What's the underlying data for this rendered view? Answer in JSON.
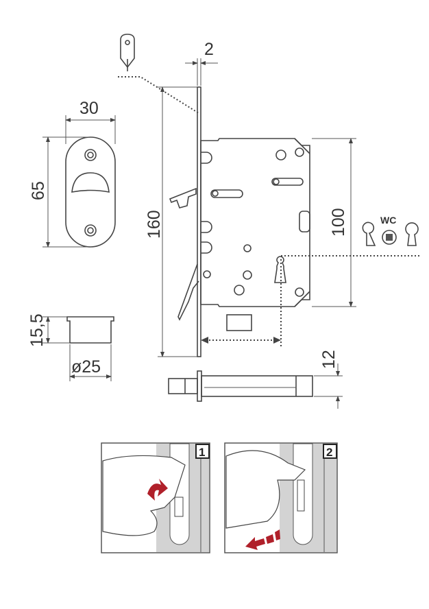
{
  "dimensions": {
    "faceplate_thickness": "2",
    "escutcheon_width": "30",
    "escutcheon_height": "65",
    "faceplate_height": "160",
    "body_height": "100",
    "cup_height": "15,5",
    "cup_diameter": "ø25",
    "spindle_size": "12"
  },
  "icons": {
    "wc_label": "WC",
    "key_tag": "key-tag-icon",
    "keyhole": "keyhole-icon",
    "wc_turn": "wc-turn-icon"
  },
  "steps": [
    {
      "number": "1"
    },
    {
      "number": "2"
    }
  ],
  "colors": {
    "line": "#444444",
    "arrow": "#b0202a",
    "slot": "#d3d3d3"
  }
}
